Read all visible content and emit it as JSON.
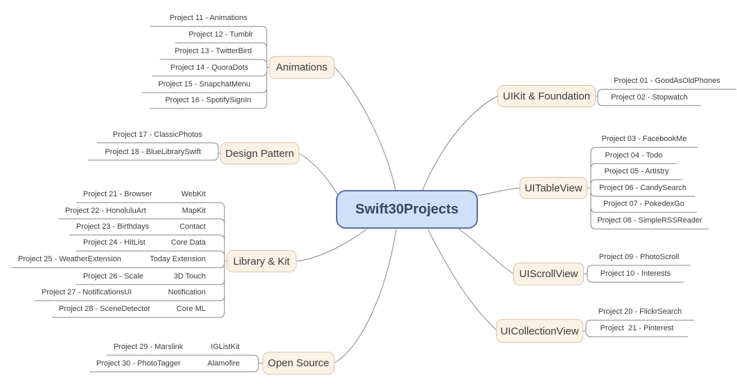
{
  "title": "Swift30Projects",
  "center": {
    "label": "Swift30Projects"
  },
  "colors": {
    "branch_fill": "#fcf1e5",
    "branch_border": "#d9c4ab",
    "center_fill": "#cfe0f9",
    "center_border": "#5a6f9f",
    "center_text": "#36465e",
    "line": "#858585",
    "text": "#3a3a3a"
  },
  "branches": [
    {
      "id": "animations",
      "label": "Animations",
      "items": [
        {
          "label": "Project 11 - Animations"
        },
        {
          "label": "Project 12 - Tumblr"
        },
        {
          "label": "Project 13 - TwitterBird"
        },
        {
          "label": "Project 14 - QuoraDots"
        },
        {
          "label": "Project 15 - SnapchatMenu"
        },
        {
          "label": "Project 16 - SpotifySignIn"
        }
      ]
    },
    {
      "id": "design-pattern",
      "label": "Design Pattern",
      "items": [
        {
          "label": "Project 17 - ClassicPhotos"
        },
        {
          "label": "Project 18 - BlueLibrarySwift"
        }
      ]
    },
    {
      "id": "library-kit",
      "label": "Library & Kit",
      "items": [
        {
          "label": "Project 21 - Browser",
          "kit": "WebKit"
        },
        {
          "label": "Project 22 - HonoluluArt",
          "kit": "MapKit"
        },
        {
          "label": "Project 23 - Birthdays",
          "kit": "Contact"
        },
        {
          "label": "Project 24 - HitList",
          "kit": "Core Data"
        },
        {
          "label": "Project 25 - WeatherExtension",
          "kit": "Today Extension"
        },
        {
          "label": "Project 26 - Scale",
          "kit": "3D Touch"
        },
        {
          "label": "Project 27 - NotificationsUI",
          "kit": "Notification"
        },
        {
          "label": "Project 28 - SceneDetector",
          "kit": "Core ML"
        }
      ]
    },
    {
      "id": "open-source",
      "label": "Open Source",
      "items": [
        {
          "label": "Project 29 - Marslink",
          "kit": "IGListKit"
        },
        {
          "label": "Project 30 - PhotoTagger",
          "kit": "Alamofire"
        }
      ]
    },
    {
      "id": "uikit-foundation",
      "label": "UIKit & Foundation",
      "items": [
        {
          "label": "Project 01 - GoodAsOldPhones"
        },
        {
          "label": "Project 02 - Stopwatch"
        }
      ]
    },
    {
      "id": "uitableview",
      "label": "UITableView",
      "items": [
        {
          "label": "Project 03 - FacebookMe"
        },
        {
          "label": "Project 04 - Todo"
        },
        {
          "label": "Project 05 - Artistry"
        },
        {
          "label": "Project 06 - CandySearch"
        },
        {
          "label": "Project 07 - PokedexGo"
        },
        {
          "label": "Project 08 - SimpleRSSReader"
        }
      ]
    },
    {
      "id": "uiscrollview",
      "label": "UIScrollView",
      "items": [
        {
          "label": "Project 09 - PhotoScroll"
        },
        {
          "label": "Project 10 - Interests"
        }
      ]
    },
    {
      "id": "uicollectionview",
      "label": "UICollectionView",
      "items": [
        {
          "label": "Project 20 - FlickrSearch"
        },
        {
          "label": "Project  21 - Pinterest"
        }
      ]
    }
  ]
}
